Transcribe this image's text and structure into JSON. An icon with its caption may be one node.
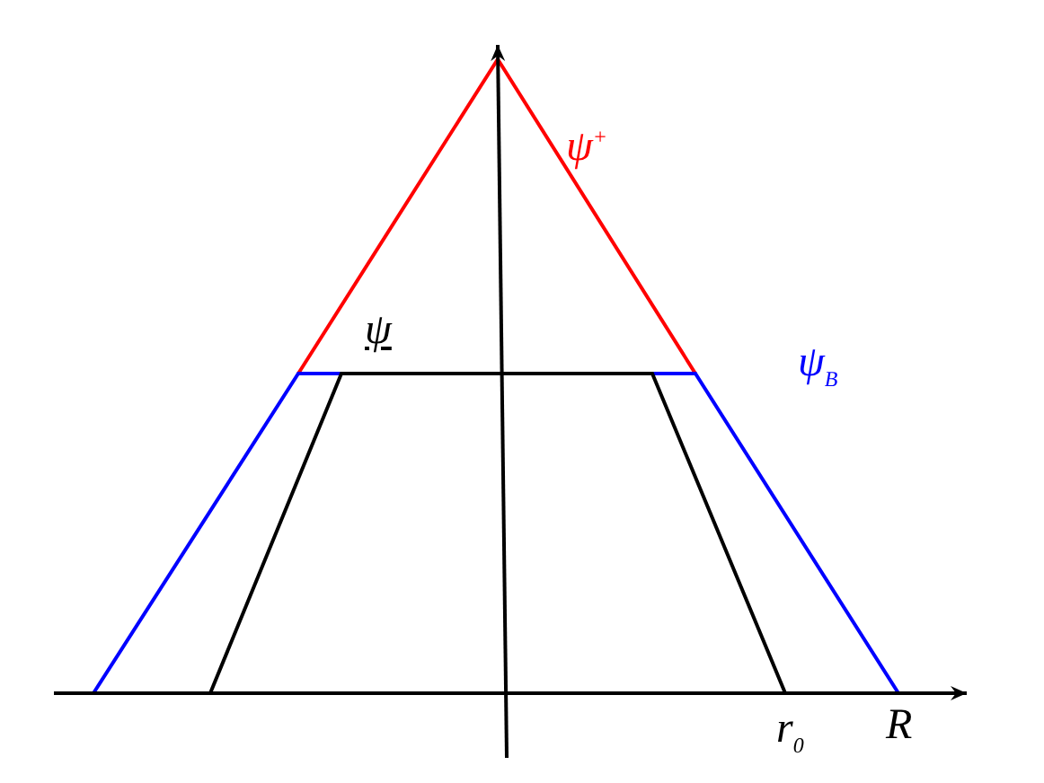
{
  "diagram": {
    "labels": [
      "ψ$^{+}$",
      "ψ",
      "ψ$_{B}$",
      "r$_{0}$",
      "R"
    ]
  }
}
